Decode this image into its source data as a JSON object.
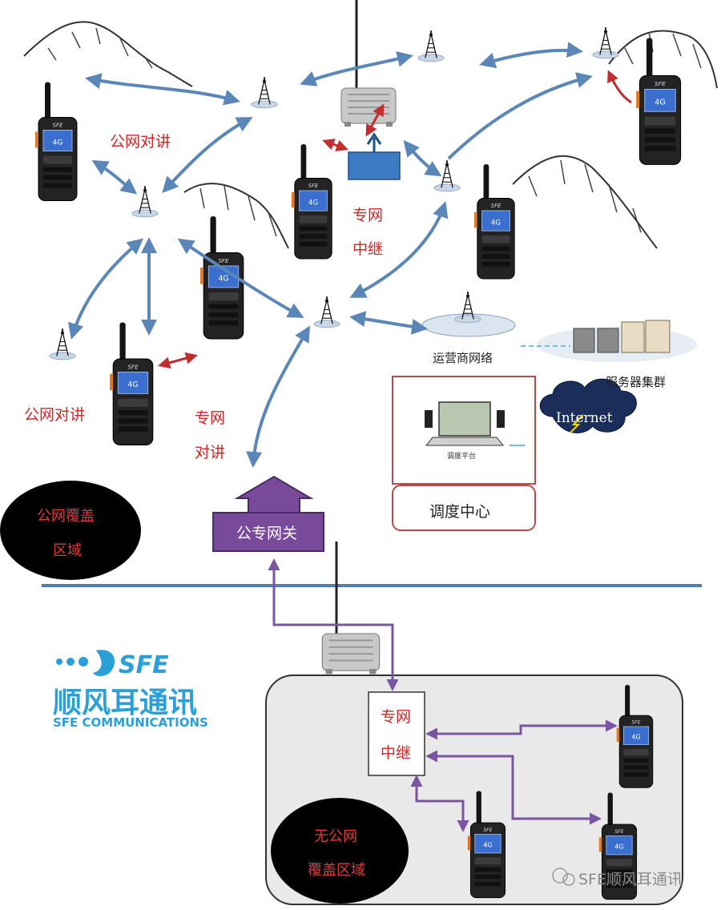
{
  "colors": {
    "blue_arrow": "#5b87b8",
    "red_arrow": "#c22e2e",
    "purple": "#7a55a0",
    "gateway_fill": "#7a4a9a",
    "relay_box": "#3d7cc4",
    "divider": "#4d7fb5",
    "red_text": "#d32424",
    "logo_blue": "#2a9fd8"
  },
  "labels": {
    "public_talk_top": "公网对讲",
    "public_talk_left": "公网对讲",
    "private_relay_top_1": "专网",
    "private_relay_top_2": "中继",
    "private_talk_1": "专网",
    "private_talk_2": "对讲",
    "carrier_network": "运营商网络",
    "server_cluster": "服务器集群",
    "internet": "Internet",
    "dispatch_platform": "调度平台",
    "dispatch_center": "调度中心",
    "gateway": "公专网关",
    "public_coverage_1": "公网覆盖",
    "public_coverage_2": "区域",
    "relay_bottom_1": "专网",
    "relay_bottom_2": "中继",
    "no_public_1": "无公网",
    "no_public_2": "覆盖区域",
    "radio_brand": "SFE",
    "radio_screen": "4G",
    "watermark": "SFE顺风耳通讯"
  },
  "logo": {
    "brand": "SFE",
    "chinese_name": "顺风耳通讯",
    "english_name": "SFE COMMUNICATIONS"
  },
  "icons": [
    "cell-tower-icon",
    "walkie-talkie-icon",
    "repeater-icon",
    "server-icon",
    "laptop-icon",
    "cloud-icon"
  ]
}
